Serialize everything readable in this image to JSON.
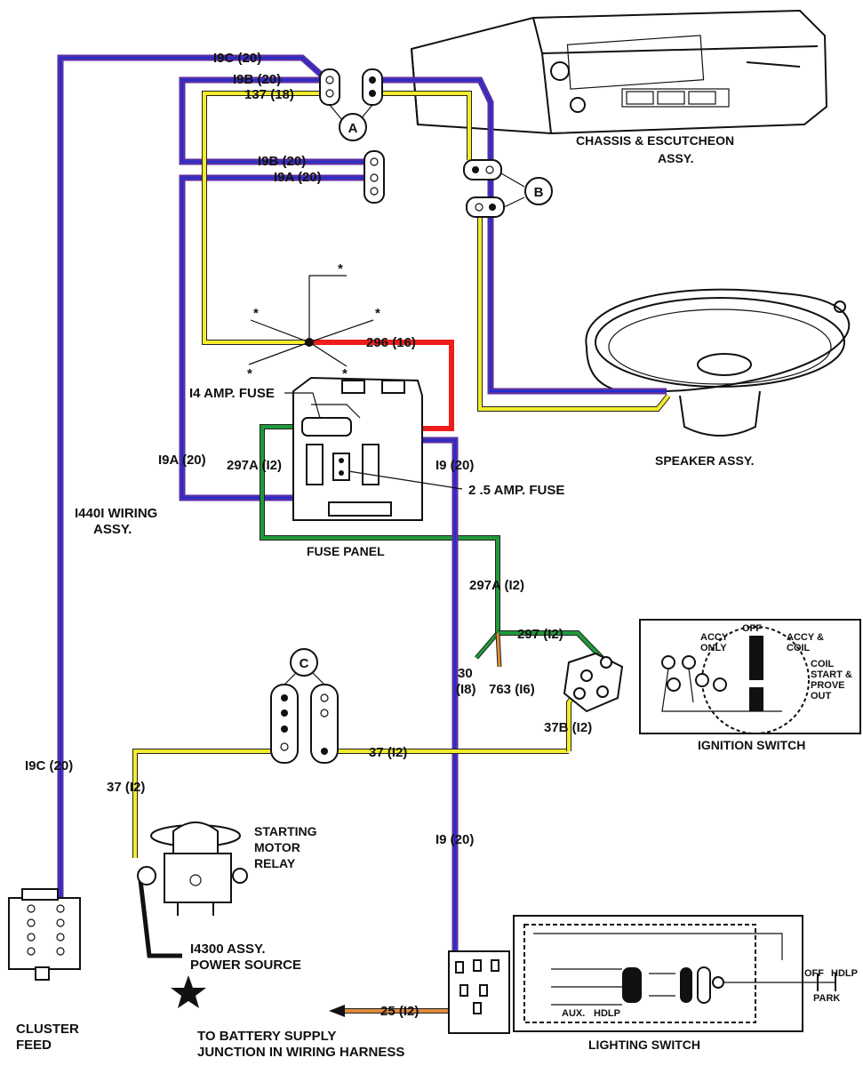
{
  "wire_labels": {
    "w19c_top": "I9C (20)",
    "w19b_top": "I9B (20)",
    "w137": "137 (18)",
    "w19b_mid": "I9B (20)",
    "w19a_top": "I9A (20)",
    "w296": "296 (16)",
    "w19a_left": "I9A (20)",
    "w297a_panel": "297A (I2)",
    "w19_mid": "I9 (20)",
    "w297a_low": "297A (I2)",
    "w297": "297 (I2)",
    "w30_a": "30",
    "w30_b": "(I8)",
    "w763": "763 (I6)",
    "w37b": "37B (I2)",
    "w37_mid": "37 (I2)",
    "w19c_left": "I9C (20)",
    "w37_left": "37 (I2)",
    "w19_low": "I9 (20)",
    "w25": "25 (I2)"
  },
  "component_labels": {
    "chassis_1": "CHASSIS & ESCUTCHEON",
    "chassis_2": "ASSY.",
    "speaker": "SPEAKER ASSY.",
    "fuse14": "I4 AMP. FUSE",
    "fuse25": "2 .5 AMP. FUSE",
    "wiring_1": "I440I WIRING",
    "wiring_2": "ASSY.",
    "fuse_panel": "FUSE PANEL",
    "ign_switch": "IGNITION SWITCH",
    "relay_1": "STARTING",
    "relay_2": "MOTOR",
    "relay_3": "RELAY",
    "power_1": "I4300 ASSY.",
    "power_2": "POWER SOURCE",
    "cluster_1": "CLUSTER",
    "cluster_2": "FEED",
    "battery_1": "TO BATTERY SUPPLY",
    "battery_2": "JUNCTION IN WIRING HARNESS",
    "lighting": "LIGHTING SWITCH"
  },
  "connector_letters": {
    "a": "A",
    "b": "B",
    "c": "C"
  },
  "ignition_switch_text": {
    "off": "OFF",
    "accy_1": "ACCY",
    "accy_2": "ONLY",
    "accy_coil_1": "ACCY &",
    "accy_coil_2": "COIL",
    "coil_1": "COIL",
    "coil_2": "START &",
    "coil_3": "PROVE",
    "coil_4": "OUT"
  },
  "lighting_switch_text": {
    "off": "OFF",
    "hdlp": "HDLP",
    "park": "PARK",
    "aux": "AUX.",
    "hdlp_b": "HDLP"
  },
  "splice_marks": "*",
  "colors": {
    "purple": "#5a2ea0",
    "blue": "#1e2ed8",
    "yellow": "#f3ec2a",
    "red": "#ee1c1c",
    "green": "#1f9a3a",
    "orange": "#e08a3a",
    "black": "#111111"
  }
}
